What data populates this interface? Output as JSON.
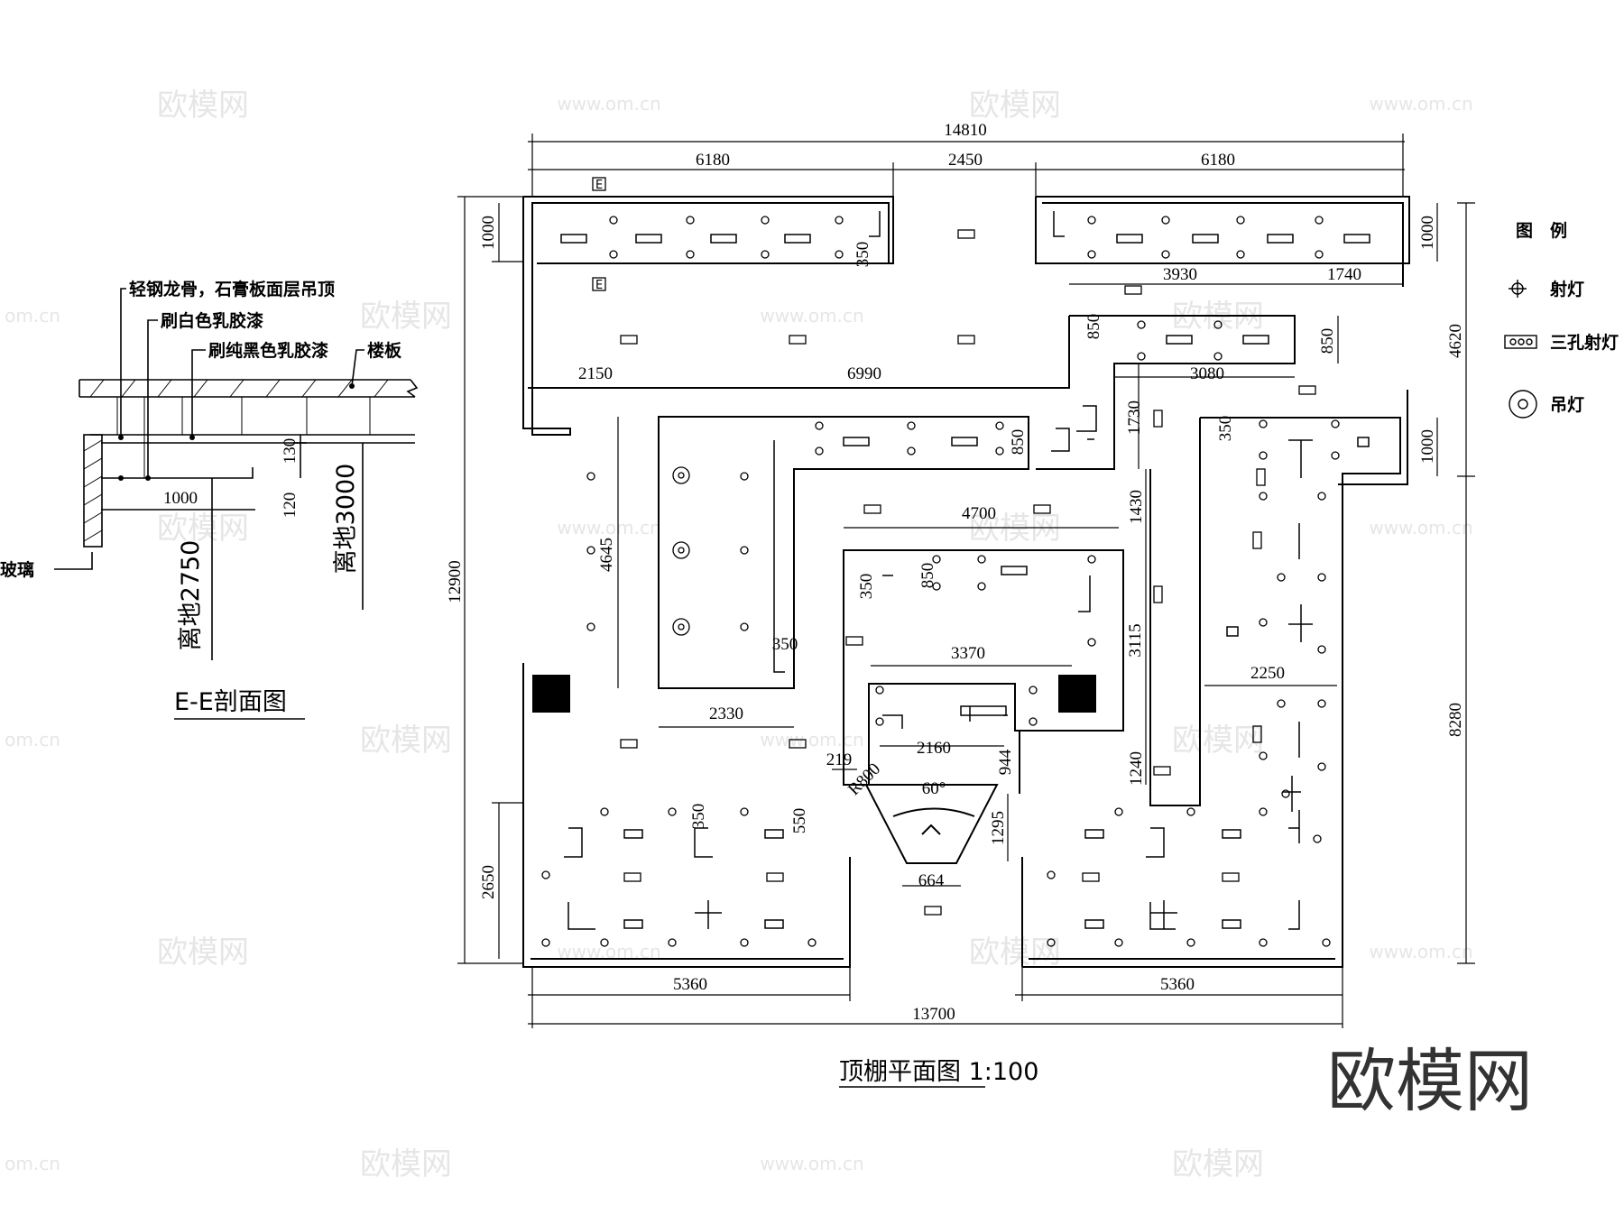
{
  "titles": {
    "plan": "顶棚平面图  1:100",
    "section": "E-E剖面图"
  },
  "legend": {
    "title": "图　例",
    "spotlight": "射灯",
    "triple_spotlight": "三孔射灯",
    "pendant": "吊灯"
  },
  "section": {
    "callout_1": "轻钢龙骨，石膏板面层吊顶",
    "callout_2": "刷白色乳胶漆",
    "callout_3": "刷纯黑色乳胶漆",
    "callout_4": "楼板",
    "glass": "玻璃",
    "dim_1000": "1000",
    "dim_130": "130",
    "dim_120": "120",
    "height_2750": "离地2750",
    "height_3000": "离地3000"
  },
  "section_marks": [
    "E",
    "E"
  ],
  "dims": {
    "top_total": "14810",
    "top_left": "6180",
    "top_mid": "2450",
    "top_right": "6180",
    "bottom_total": "13700",
    "bottom_left": "5360",
    "bottom_right": "5360",
    "left_total": "12900",
    "left_top": "1000",
    "left_bottom": "2650",
    "right_top": "4620",
    "right_bottom": "8280",
    "right_1000a": "1000",
    "right_1000b": "1000",
    "d3930": "3930",
    "d1740": "1740",
    "d2150": "2150",
    "d6990": "6990",
    "d3080": "3080",
    "d850a": "850",
    "d850b": "850",
    "d850c": "850",
    "d850d": "850",
    "d350a": "350",
    "d350b": "350",
    "d350c": "350",
    "d350d": "350",
    "d350e": "350",
    "d1730": "1730",
    "d4645": "4645",
    "d4700": "4700",
    "d1430": "1430",
    "d3370": "3370",
    "d3115": "3115",
    "d2330": "2330",
    "d2250": "2250",
    "d2160": "2160",
    "d219": "219",
    "dR800": "R800",
    "d60": "60°",
    "d944": "944",
    "d1240": "1240",
    "d1295": "1295",
    "d550": "550",
    "d664": "664"
  },
  "watermark": {
    "brand": "欧模网",
    "url": "www.om.cn",
    "short": "om.cn"
  }
}
